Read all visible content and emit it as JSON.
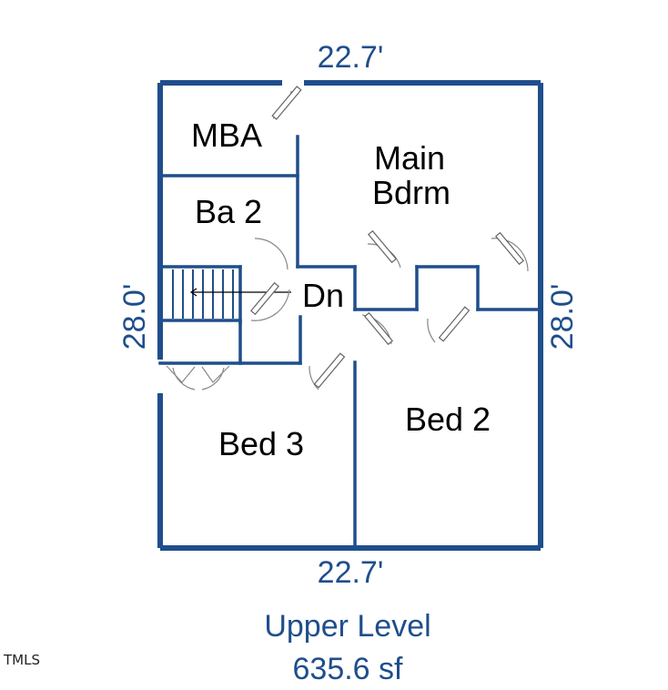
{
  "dimensions": {
    "top": "22.7'",
    "bottom": "22.7'",
    "left": "28.0'",
    "right": "28.0'"
  },
  "rooms": {
    "mba": "MBA",
    "main_bdrm_line1": "Main",
    "main_bdrm_line2": "Bdrm",
    "ba2": "Ba 2",
    "dn": "Dn",
    "bed3": "Bed 3",
    "bed2": "Bed 2"
  },
  "caption": {
    "level": "Upper Level",
    "area": "635.6 sf"
  },
  "watermark": "TMLS",
  "colors": {
    "wall": "#1f4e8c",
    "label_text": "#000000",
    "caption_text": "#1f4e8c"
  }
}
